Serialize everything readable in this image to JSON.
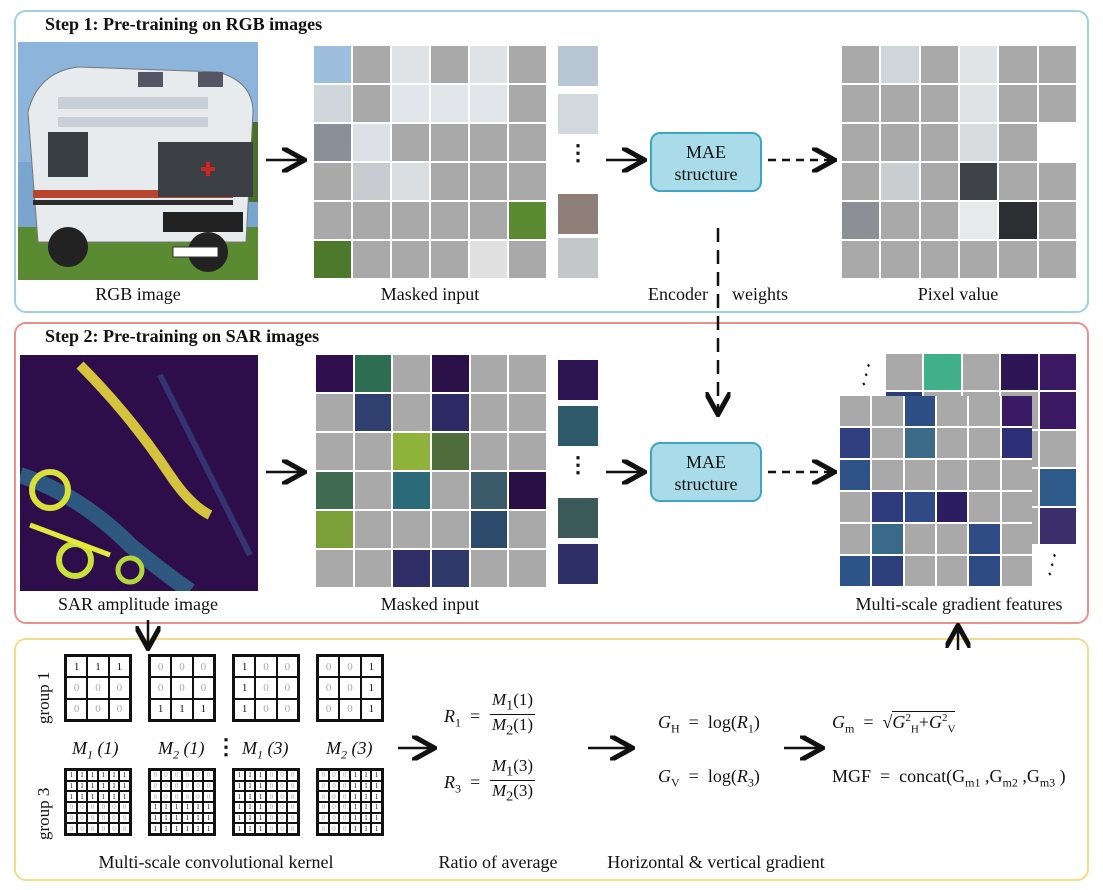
{
  "step1": {
    "title": "Step 1: Pre-training on RGB images"
  },
  "step2": {
    "title": "Step 2: Pre-training on SAR images"
  },
  "captions": {
    "rgb_image": "RGB image",
    "masked_input_1": "Masked input",
    "encoder": "Encoder",
    "weights": "weights",
    "pixel_value": "Pixel value",
    "sar_image": "SAR amplitude image",
    "masked_input_2": "Masked input",
    "mgf_features": "Multi-scale gradient features",
    "kernel": "Multi-scale convolutional kernel",
    "ratio": "Ratio of average",
    "gradient": "Horizontal & vertical gradient"
  },
  "mae": {
    "line1": "MAE",
    "line2": "structure"
  },
  "groups": {
    "g1": "group 1",
    "g3": "group 3"
  },
  "kernels_group1": [
    [
      "1",
      "1",
      "1",
      "0",
      "0",
      "0",
      "0",
      "0",
      "0"
    ],
    [
      "0",
      "0",
      "0",
      "0",
      "0",
      "0",
      "1",
      "1",
      "1"
    ],
    [
      "1",
      "0",
      "0",
      "1",
      "0",
      "0",
      "1",
      "0",
      "0"
    ],
    [
      "0",
      "0",
      "1",
      "0",
      "0",
      "1",
      "0",
      "0",
      "1"
    ]
  ],
  "kernel_labels": [
    {
      "m": "M",
      "s": "1",
      "a": "(1)"
    },
    {
      "m": "M",
      "s": "2",
      "a": "(1)"
    },
    {
      "m": "M",
      "s": "1",
      "a": "(3)"
    },
    {
      "m": "M",
      "s": "2",
      "a": "(3)"
    }
  ],
  "formulas": {
    "r1_lhs": "R",
    "r1_sub": "1",
    "r1_num": "M1(1)",
    "r1_den": "M2(1)",
    "r3_lhs": "R",
    "r3_sub": "3",
    "r3_num": "M1(3)",
    "r3_den": "M2(3)",
    "gh": "G_H = log(R_1)",
    "gv": "G_V = log(R_3)",
    "gm": "G_m = sqrt(G_H^2 + G_V^2)",
    "mgf": "MGF = concat(G_m1, G_m2, G_m3)"
  },
  "colors": {
    "step1_border": "#9fd0e3",
    "step2_border": "#e6928c",
    "step3_border": "#f5da8c",
    "mae_fill": "#a9dbe9",
    "mask_gray": "#a9a9a9"
  }
}
